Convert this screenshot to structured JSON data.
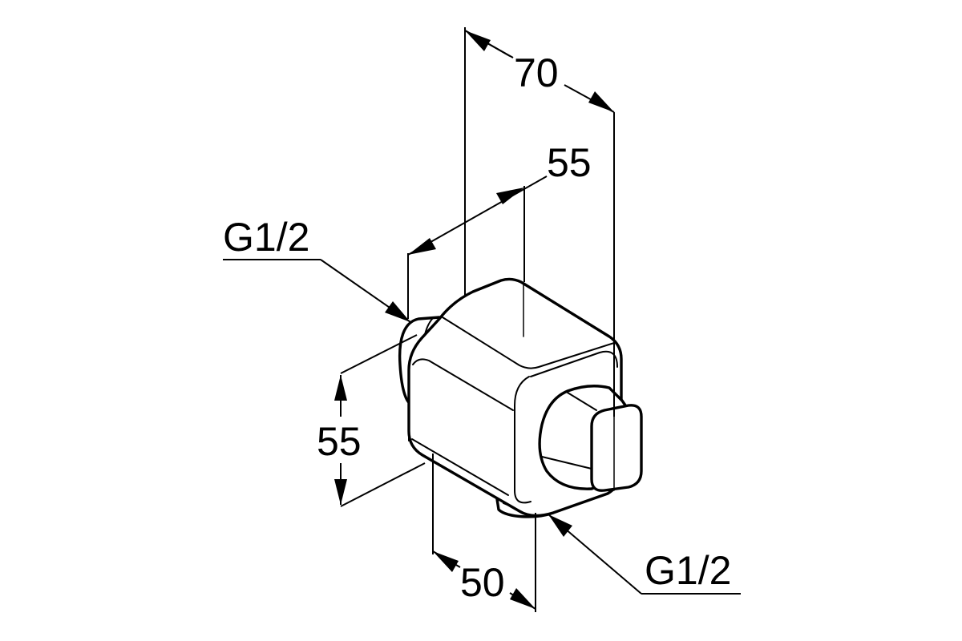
{
  "dimensions": {
    "width_total": "70",
    "depth_top": "55",
    "height": "55",
    "depth_bottom": "50"
  },
  "threads": {
    "inlet_rear": "G1/2",
    "inlet_bottom": "G1/2"
  },
  "colors": {
    "line": "#000000",
    "background": "#ffffff"
  }
}
